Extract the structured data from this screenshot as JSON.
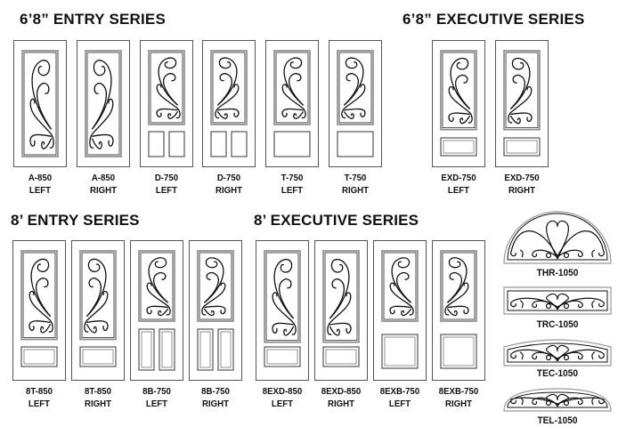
{
  "sections": {
    "entry_68": {
      "title": "6’8” ENTRY SERIES"
    },
    "exec_68": {
      "title": "6’8” EXECUTIVE SERIES"
    },
    "entry_8": {
      "title": "8’ ENTRY SERIES"
    },
    "exec_8": {
      "title": "8’ EXECUTIVE SERIES"
    }
  },
  "doors": [
    {
      "model": "A-850",
      "side": "LEFT"
    },
    {
      "model": "A-850",
      "side": "RIGHT"
    },
    {
      "model": "D-750",
      "side": "LEFT"
    },
    {
      "model": "D-750",
      "side": "RIGHT"
    },
    {
      "model": "T-750",
      "side": "LEFT"
    },
    {
      "model": "T-750",
      "side": "RIGHT"
    },
    {
      "model": "EXD-750",
      "side": "LEFT"
    },
    {
      "model": "EXD-750",
      "side": "RIGHT"
    },
    {
      "model": "8T-850",
      "side": "LEFT"
    },
    {
      "model": "8T-850",
      "side": "RIGHT"
    },
    {
      "model": "8B-750",
      "side": "LEFT"
    },
    {
      "model": "8B-750",
      "side": "RIGHT"
    },
    {
      "model": "8EXD-850",
      "side": "LEFT"
    },
    {
      "model": "8EXD-850",
      "side": "RIGHT"
    },
    {
      "model": "8EXB-750",
      "side": "LEFT"
    },
    {
      "model": "8EXB-750",
      "side": "RIGHT"
    }
  ],
  "transoms": [
    {
      "model": "THR-1050"
    },
    {
      "model": "TRC-1050"
    },
    {
      "model": "TEC-1050"
    },
    {
      "model": "TEL-1050"
    }
  ]
}
